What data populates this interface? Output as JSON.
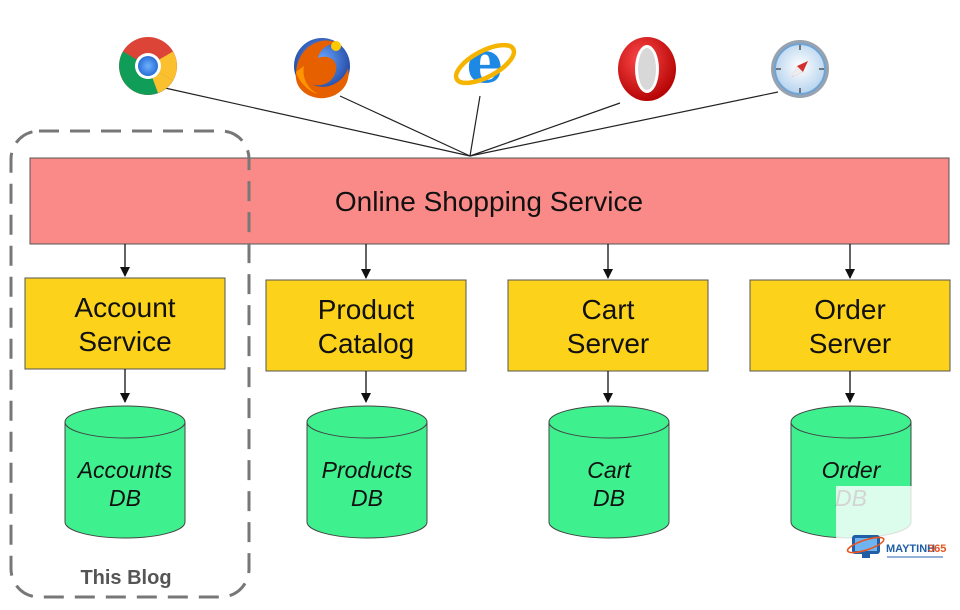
{
  "main_service": {
    "label": "Online Shopping Service",
    "color": "#f98a87"
  },
  "clients": [
    {
      "name": "chrome-browser-icon"
    },
    {
      "name": "firefox-browser-icon"
    },
    {
      "name": "internet-explorer-browser-icon"
    },
    {
      "name": "opera-browser-icon"
    },
    {
      "name": "safari-browser-icon"
    }
  ],
  "services": [
    {
      "line1": "Account",
      "line2": "Service",
      "db_line1": "Accounts",
      "db_line2": "DB"
    },
    {
      "line1": "Product",
      "line2": "Catalog",
      "db_line1": "Products",
      "db_line2": "DB"
    },
    {
      "line1": "Cart",
      "line2": "Server",
      "db_line1": "Cart",
      "db_line2": "DB"
    },
    {
      "line1": "Order",
      "line2": "Server",
      "db_line1": "Order",
      "db_line2": "DB"
    }
  ],
  "highlight": {
    "label": "This Blog"
  },
  "watermark": {
    "brand_a": "MAYTINH",
    "brand_b": "365"
  },
  "colors": {
    "service_box": "#fcd21b",
    "database": "#3ef08e",
    "outline": "#555555",
    "dashed": "#777777"
  }
}
